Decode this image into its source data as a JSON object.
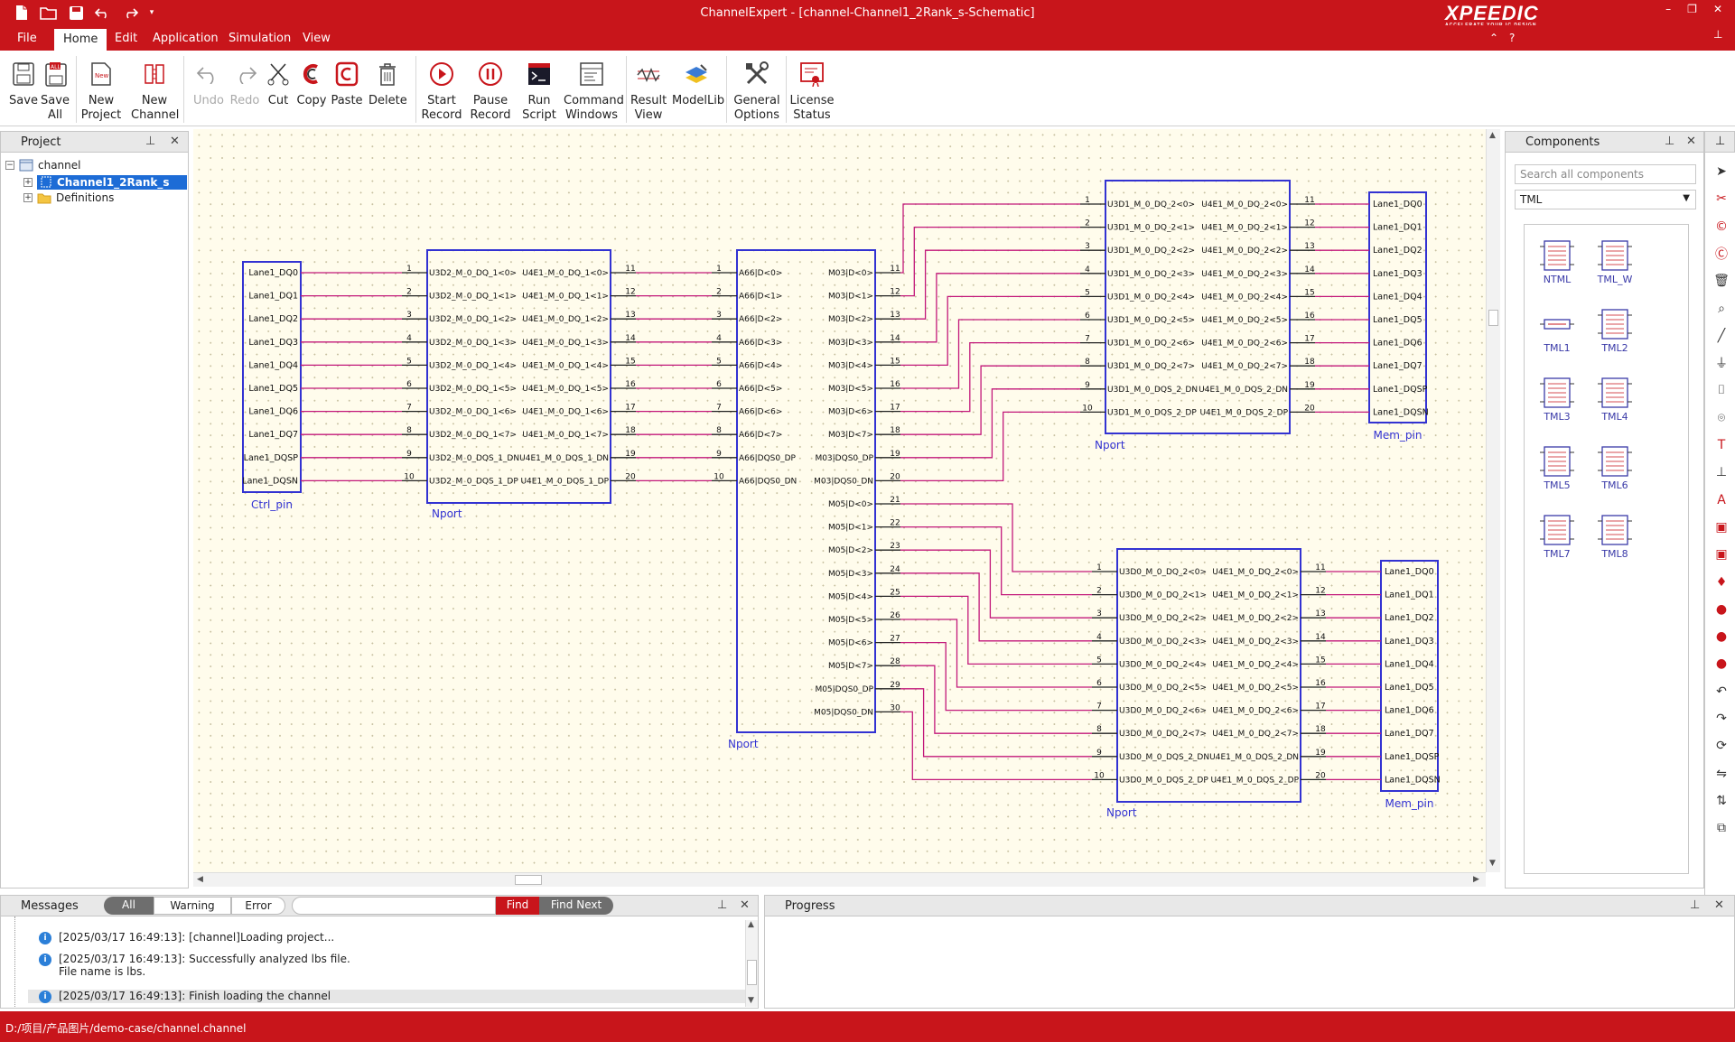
{
  "window": {
    "title": "ChannelExpert - [channel-Channel1_2Rank_s-Schematic]",
    "brand": "XPEEDIC",
    "brand_tagline": "ACCELERATE YOUR IC DESIGN"
  },
  "menu": [
    "File",
    "Home",
    "Edit",
    "Application",
    "Simulation",
    "View"
  ],
  "menu_active": "Home",
  "ribbon": {
    "save": "Save",
    "save_all_1": "Save",
    "save_all_2": "All",
    "new_project_1": "New",
    "new_project_2": "Project",
    "new_channel_1": "New",
    "new_channel_2": "Channel",
    "undo": "Undo",
    "redo": "Redo",
    "cut": "Cut",
    "copy": "Copy",
    "paste": "Paste",
    "delete": "Delete",
    "start_record_1": "Start",
    "start_record_2": "Record",
    "pause_record_1": "Pause",
    "pause_record_2": "Record",
    "run_script_1": "Run",
    "run_script_2": "Script",
    "command_windows_1": "Command",
    "command_windows_2": "Windows",
    "result_view_1": "Result",
    "result_view_2": "View",
    "modellib": "ModelLib",
    "general_options_1": "General",
    "general_options_2": "Options",
    "license_status_1": "License",
    "license_status_2": "Status"
  },
  "project": {
    "header": "Project",
    "tree": {
      "root": "channel",
      "selected": "Channel1_2Rank_s",
      "definitions": "Definitions"
    }
  },
  "schematic": {
    "ctrl_pin": {
      "label": "Ctrl_pin",
      "pins": [
        "Lane1_DQ0",
        "Lane1_DQ1",
        "Lane1_DQ2",
        "Lane1_DQ3",
        "Lane1_DQ4",
        "Lane1_DQ5",
        "Lane1_DQ6",
        "Lane1_DQ7",
        "Lane1_DQSP",
        "Lane1_DQSN"
      ]
    },
    "nport1": {
      "label": "Nport",
      "left": [
        "U3D2_M_0_DQ_1<0>",
        "U3D2_M_0_DQ_1<1>",
        "U3D2_M_0_DQ_1<2>",
        "U3D2_M_0_DQ_1<3>",
        "U3D2_M_0_DQ_1<4>",
        "U3D2_M_0_DQ_1<5>",
        "U3D2_M_0_DQ_1<6>",
        "U3D2_M_0_DQ_1<7>",
        "U3D2_M_0_DQS_1_DN",
        "U3D2_M_0_DQS_1_DP"
      ],
      "right": [
        "U4E1_M_0_DQ_1<0>",
        "U4E1_M_0_DQ_1<1>",
        "U4E1_M_0_DQ_1<2>",
        "U4E1_M_0_DQ_1<3>",
        "U4E1_M_0_DQ_1<4>",
        "U4E1_M_0_DQ_1<5>",
        "U4E1_M_0_DQ_1<6>",
        "U4E1_M_0_DQ_1<7>",
        "U4E1_M_0_DQS_1_DN",
        "U4E1_M_0_DQS_1_DP"
      ],
      "left_nums": [
        "1",
        "2",
        "3",
        "4",
        "5",
        "6",
        "7",
        "8",
        "9",
        "10"
      ],
      "right_nums": [
        "11",
        "12",
        "13",
        "14",
        "15",
        "16",
        "17",
        "18",
        "19",
        "20"
      ]
    },
    "nport2": {
      "label": "Nport",
      "left": [
        "A66|D<0>",
        "A66|D<1>",
        "A66|D<2>",
        "A66|D<3>",
        "A66|D<4>",
        "A66|D<5>",
        "A66|D<6>",
        "A66|D<7>",
        "A66|DQS0_DP",
        "A66|DQS0_DN"
      ],
      "left_nums": [
        "1",
        "2",
        "3",
        "4",
        "5",
        "6",
        "7",
        "8",
        "9",
        "10"
      ],
      "right": [
        "M03|D<0>",
        "M03|D<1>",
        "M03|D<2>",
        "M03|D<3>",
        "M03|D<4>",
        "M03|D<5>",
        "M03|D<6>",
        "M03|D<7>",
        "M03|DQS0_DP",
        "M03|DQS0_DN",
        "M05|D<0>",
        "M05|D<1>",
        "M05|D<2>",
        "M05|D<3>",
        "M05|D<4>",
        "M05|D<5>",
        "M05|D<6>",
        "M05|D<7>",
        "M05|DQS0_DP",
        "M05|DQS0_DN"
      ],
      "right_nums": [
        "11",
        "12",
        "13",
        "14",
        "15",
        "16",
        "17",
        "18",
        "19",
        "20",
        "21",
        "22",
        "23",
        "24",
        "25",
        "26",
        "27",
        "28",
        "29",
        "30"
      ]
    },
    "nport3": {
      "label": "Nport",
      "left": [
        "U3D1_M_0_DQ_2<0>",
        "U3D1_M_0_DQ_2<1>",
        "U3D1_M_0_DQ_2<2>",
        "U3D1_M_0_DQ_2<3>",
        "U3D1_M_0_DQ_2<4>",
        "U3D1_M_0_DQ_2<5>",
        "U3D1_M_0_DQ_2<6>",
        "U3D1_M_0_DQ_2<7>",
        "U3D1_M_0_DQS_2_DN",
        "U3D1_M_0_DQS_2_DP"
      ],
      "right": [
        "U4E1_M_0_DQ_2<0>",
        "U4E1_M_0_DQ_2<1>",
        "U4E1_M_0_DQ_2<2>",
        "U4E1_M_0_DQ_2<3>",
        "U4E1_M_0_DQ_2<4>",
        "U4E1_M_0_DQ_2<5>",
        "U4E1_M_0_DQ_2<6>",
        "U4E1_M_0_DQ_2<7>",
        "U4E1_M_0_DQS_2_DN",
        "U4E1_M_0_DQS_2_DP"
      ],
      "left_nums": [
        "1",
        "2",
        "3",
        "4",
        "5",
        "6",
        "7",
        "8",
        "9",
        "10"
      ],
      "right_nums": [
        "11",
        "12",
        "13",
        "14",
        "15",
        "16",
        "17",
        "18",
        "19",
        "20"
      ]
    },
    "nport4": {
      "label": "Nport",
      "left": [
        "U3D0_M_0_DQ_2<0>",
        "U3D0_M_0_DQ_2<1>",
        "U3D0_M_0_DQ_2<2>",
        "U3D0_M_0_DQ_2<3>",
        "U3D0_M_0_DQ_2<4>",
        "U3D0_M_0_DQ_2<5>",
        "U3D0_M_0_DQ_2<6>",
        "U3D0_M_0_DQ_2<7>",
        "U3D0_M_0_DQS_2_DN",
        "U3D0_M_0_DQS_2_DP"
      ],
      "right": [
        "U4E1_M_0_DQ_2<0>",
        "U4E1_M_0_DQ_2<1>",
        "U4E1_M_0_DQ_2<2>",
        "U4E1_M_0_DQ_2<3>",
        "U4E1_M_0_DQ_2<4>",
        "U4E1_M_0_DQ_2<5>",
        "U4E1_M_0_DQ_2<6>",
        "U4E1_M_0_DQ_2<7>",
        "U4E1_M_0_DQS_2_DN",
        "U4E1_M_0_DQS_2_DP"
      ],
      "left_nums": [
        "1",
        "2",
        "3",
        "4",
        "5",
        "6",
        "7",
        "8",
        "9",
        "10"
      ],
      "right_nums": [
        "11",
        "12",
        "13",
        "14",
        "15",
        "16",
        "17",
        "18",
        "19",
        "20"
      ]
    },
    "mem_pin_1": {
      "label": "Mem_pin",
      "pins": [
        "Lane1_DQ0",
        "Lane1_DQ1",
        "Lane1_DQ2",
        "Lane1_DQ3",
        "Lane1_DQ4",
        "Lane1_DQ5",
        "Lane1_DQ6",
        "Lane1_DQ7",
        "Lane1_DQSP",
        "Lane1_DQSN"
      ]
    },
    "mem_pin_2": {
      "label": "Mem_pin",
      "pins": [
        "Lane1_DQ0",
        "Lane1_DQ1",
        "Lane1_DQ2",
        "Lane1_DQ3",
        "Lane1_DQ4",
        "Lane1_DQ5",
        "Lane1_DQ6",
        "Lane1_DQ7",
        "Lane1_DQSP",
        "Lane1_DQSN"
      ]
    }
  },
  "components": {
    "header": "Components",
    "search_placeholder": "Search all components",
    "category": "TML",
    "items": [
      "NTML",
      "TML_W",
      "TML1",
      "TML2",
      "TML3",
      "TML4",
      "TML5",
      "TML6",
      "TML7",
      "TML8"
    ]
  },
  "messages": {
    "header": "Messages",
    "filters": [
      "All",
      "Warning",
      "Error"
    ],
    "find": "Find",
    "find_next": "Find Next",
    "lines": [
      {
        "text": "[2025/03/17 16:49:13]: [channel]Loading project...",
        "extra": ""
      },
      {
        "text": "[2025/03/17 16:49:13]: Successfully analyzed lbs file.",
        "extra": "File name is lbs."
      },
      {
        "text": "[2025/03/17 16:49:13]: Finish loading the channel",
        "extra": ""
      }
    ]
  },
  "progress": {
    "header": "Progress"
  },
  "statusbar": {
    "path": "D:/项目/产品图片/demo-case/channel.channel"
  },
  "colors": {
    "brand_red": "#c8151b",
    "wire": "#c2187a",
    "component_blue": "#3232d2",
    "canvas_bg": "#fffcec",
    "selection": "#1d6cd6"
  }
}
